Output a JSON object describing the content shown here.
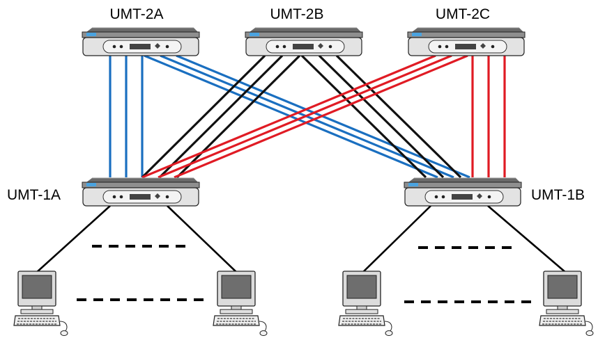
{
  "labels": {
    "umt_2a": "UMT-2A",
    "umt_2b": "UMT-2B",
    "umt_2c": "UMT-2C",
    "umt_1a": "UMT-1A",
    "umt_1b": "UMT-1B"
  },
  "colors": {
    "link_2a": "#1a6fc0",
    "link_2b": "#111111",
    "link_2c": "#e01b24",
    "client_link": "#000000",
    "device_body": "#e3e3e3",
    "device_top": "#6a6a6a"
  },
  "icons": {
    "switch": "kvm-switch-icon",
    "workstation": "workstation-icon"
  }
}
